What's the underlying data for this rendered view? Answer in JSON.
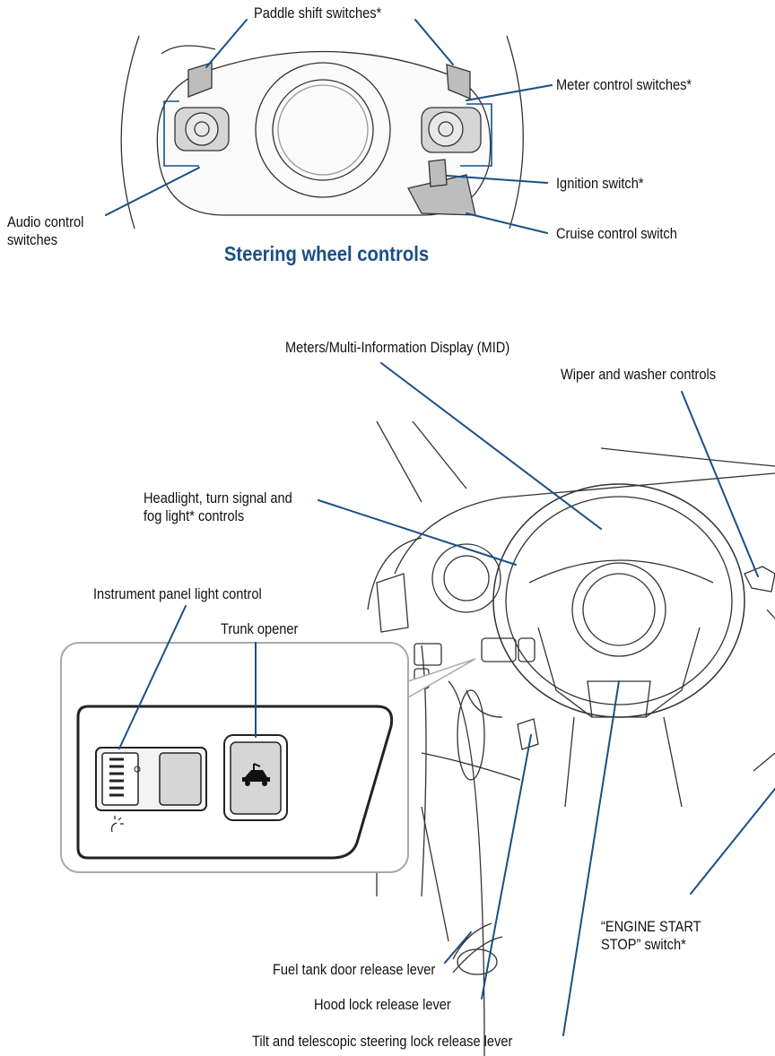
{
  "steering": {
    "heading": "Steering wheel controls",
    "paddle": "Paddle shift switches*",
    "meter": "Meter control switches*",
    "ignition": "Ignition switch*",
    "cruise": "Cruise control switch",
    "audio": "Audio control\nswitches"
  },
  "dash": {
    "meters": "Meters/Multi-Information Display (MID)",
    "wiper": "Wiper and washer controls",
    "headlight": "Headlight, turn signal and\nfog light* controls",
    "panel_light": "Instrument panel light control",
    "trunk": "Trunk opener",
    "engine": "“ENGINE START\nSTOP” switch*",
    "fuel": "Fuel tank door release lever",
    "hood": "Hood lock release lever",
    "tilt": "Tilt and telescopic steering lock release lever"
  },
  "colors": {
    "leader": "#1a4f86",
    "heading": "#1a4f86",
    "inset_frame": "#a9a9a9"
  }
}
